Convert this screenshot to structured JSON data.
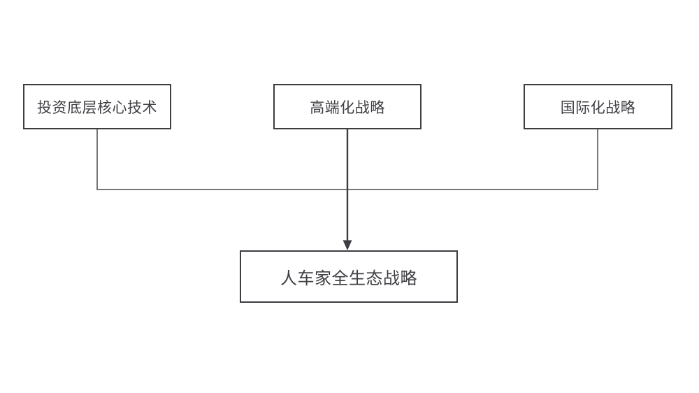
{
  "diagram": {
    "type": "flowchart",
    "background_color": "#ffffff",
    "node_border_color": "#3d3d42",
    "node_fill_color": "#ffffff",
    "text_color": "#3f3f44",
    "connector_color": "#4a4a4e",
    "nodes": [
      {
        "id": "invest-core-tech",
        "label": "投资底层核心技术",
        "row": "top"
      },
      {
        "id": "premium-strategy",
        "label": "高端化战略",
        "row": "top"
      },
      {
        "id": "international-strategy",
        "label": "国际化战略",
        "row": "top"
      },
      {
        "id": "ecosystem-strategy",
        "label": "人车家全生态战略",
        "row": "bottom"
      }
    ],
    "edges": [
      {
        "from": "invest-core-tech",
        "to": "ecosystem-strategy",
        "arrow": true
      },
      {
        "from": "premium-strategy",
        "to": "ecosystem-strategy",
        "arrow": true
      },
      {
        "from": "international-strategy",
        "to": "ecosystem-strategy",
        "arrow": true
      }
    ]
  }
}
